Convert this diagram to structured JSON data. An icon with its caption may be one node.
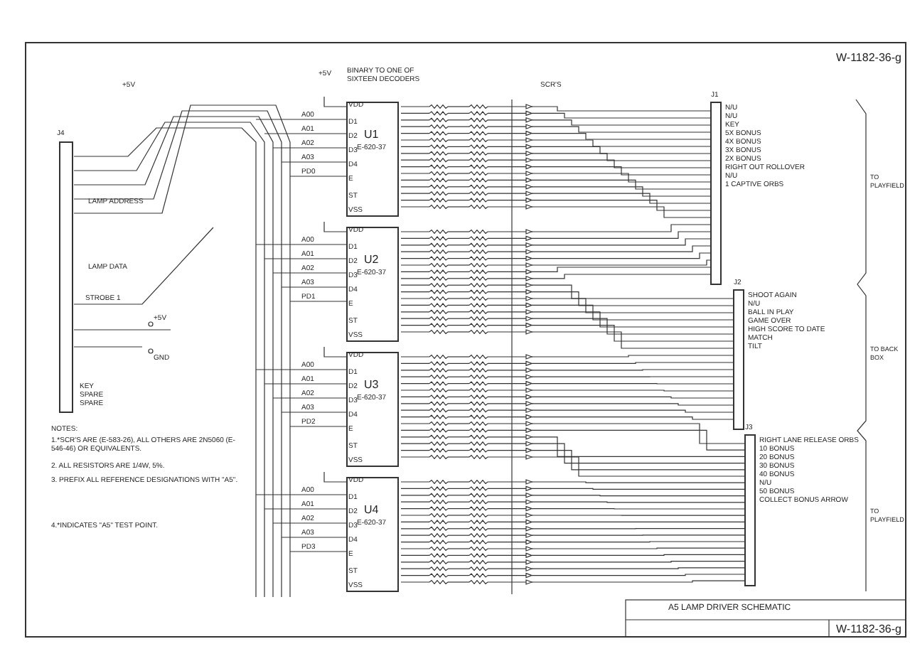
{
  "diagram": {
    "title": "A5 LAMP DRIVER SCHEMATIC",
    "labels": [
      "+5V",
      "J4",
      "LAMP ADDRESS",
      "LAMP DATA",
      "STROBE 1",
      "+5V",
      "GND",
      "KEY",
      "SPARE",
      "SPARE",
      "NOTES:",
      "1.*SCR'S ARE (E-583-26), ALL OTHERS ARE 2N5060 (E-546-46) OR EQUIVALENTS.",
      "2. ALL RESISTORS ARE 1/4W, 5%.",
      "3. PREFIX ALL REFERENCE DESIGNATIONS WITH \"A5\".",
      "4.*INDICATES \"A5\" TEST POINT.",
      "+5V",
      "BINARY TO ONE OF SIXTEEN DECODERS",
      "SCR'S",
      "A00",
      "A01",
      "A02",
      "A03",
      "PD0",
      "VDD",
      "D1",
      "D2",
      "D3",
      "D4",
      "E",
      "ST",
      "U1",
      "E-620-37",
      "VSS",
      "A00",
      "A01",
      "A02",
      "A03",
      "PD1",
      "VDD",
      "D1",
      "D2",
      "D3",
      "D4",
      "E",
      "ST",
      "U2",
      "E-620-37",
      "VSS",
      "A00",
      "A01",
      "A02",
      "A03",
      "PD2",
      "VDD",
      "D1",
      "D2",
      "D3",
      "D4",
      "E",
      "ST",
      "U3",
      "E-620-37",
      "VSS",
      "A00",
      "A01",
      "A02",
      "A03",
      "PD3",
      "VDD",
      "D1",
      "D2",
      "D3",
      "D4",
      "E",
      "ST",
      "U4",
      "E-620-37",
      "VSS",
      "J1",
      "N/U",
      "N/U",
      "KEY",
      "5X BONUS",
      "4X BONUS",
      "3X BONUS",
      "2X BONUS",
      "RIGHT OUT ROLLOVER",
      "N/U",
      "1 CAPTIVE ORBS",
      "J2",
      "SHOOT AGAIN",
      "N/U",
      "BALL IN PLAY",
      "GAME OVER",
      "HIGH SCORE TO DATE",
      "MATCH",
      "TILT",
      "J3",
      "RIGHT LANE RELEASE ORBS",
      "10 BONUS",
      "20 BONUS",
      "30 BONUS",
      "40 BONUS",
      "N/U",
      "50 BONUS",
      "COLLECT BONUS ARROW",
      "TO PLAYFIELD",
      "TO BACK BOX",
      "TO PLAYFIELD",
      "W-1182-36-g",
      "W-1182-36-g"
    ]
  }
}
